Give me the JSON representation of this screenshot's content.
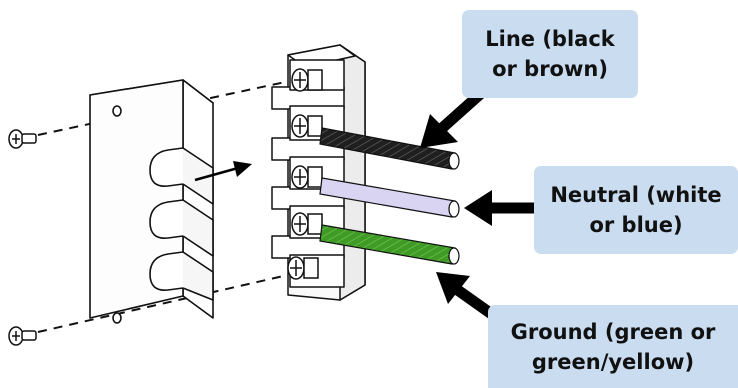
{
  "labels": {
    "line": {
      "line1": "Line (black",
      "line2": "or brown)"
    },
    "neutral": {
      "line1": "Neutral (white",
      "line2": "or blue)"
    },
    "ground": {
      "line1": "Ground (green or",
      "line2": "green/yellow)"
    }
  },
  "colors": {
    "callout_bg": "#c9dcf0",
    "line_wire": "#2a2a2a",
    "neutral_wire": "#d8d4f2",
    "ground_wire": "#4da62e",
    "arrow": "#000000"
  }
}
